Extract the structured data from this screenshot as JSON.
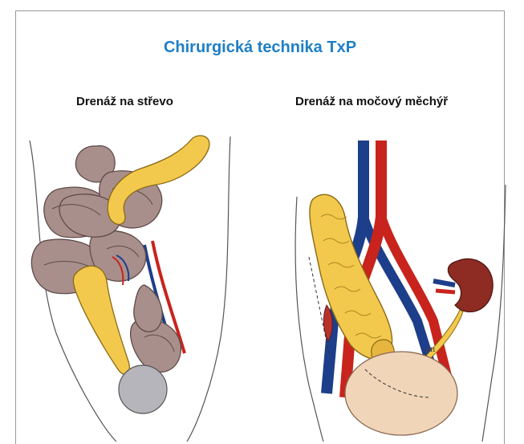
{
  "title": "Chirurgická technika TxP",
  "panels": {
    "left": {
      "label": "Drenáž na střevo"
    },
    "right": {
      "label": "Drenáž na močový měchýř"
    }
  },
  "colors": {
    "title": "#1e7fc6",
    "pancreas": "#f2c94c",
    "intestine": "#a88f8c",
    "artery": "#c8231d",
    "vein": "#1d3e8a",
    "bladder": "#f1d5b8",
    "kidney": "#8e2b23"
  }
}
